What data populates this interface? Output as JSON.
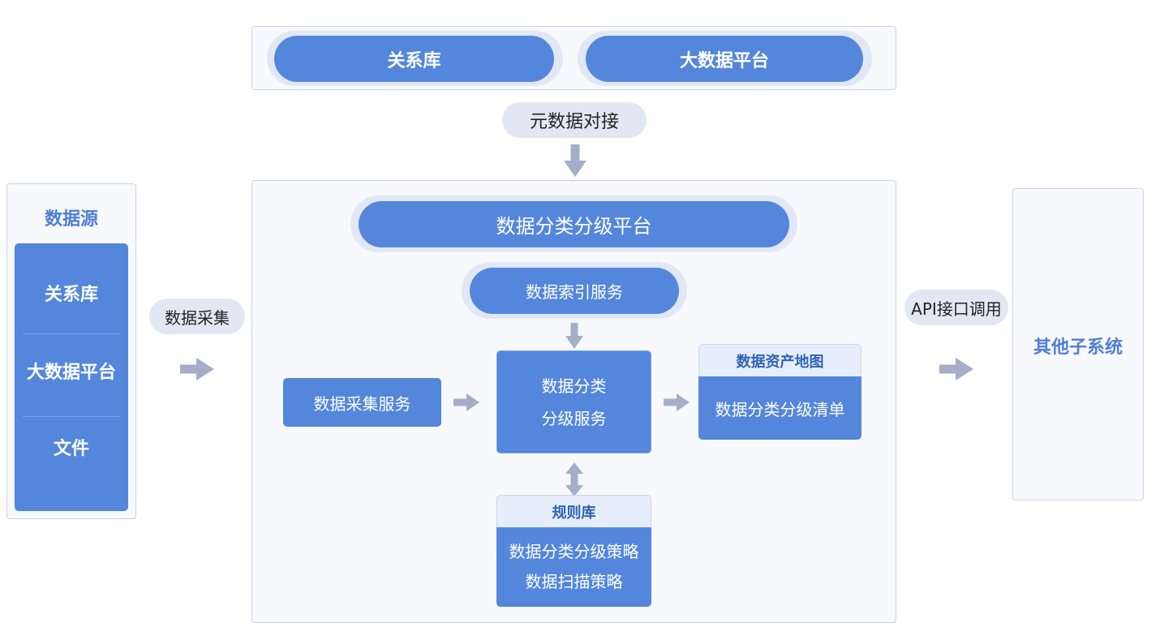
{
  "top": {
    "left_label": "关系库",
    "right_label": "大数据平台",
    "connector": "元数据对接"
  },
  "sources": {
    "title": "数据源",
    "items": [
      "关系库",
      "大数据平台",
      "文件"
    ]
  },
  "collect_label": "数据采集",
  "platform": {
    "title": "数据分类分级平台",
    "index_service": "数据索引服务",
    "collect_service": "数据采集服务",
    "classify_line1": "数据分类",
    "classify_line2": "分级服务",
    "asset_map": {
      "title": "数据资产地图",
      "content": "数据分类分级清单"
    },
    "rules": {
      "title": "规则库",
      "line1": "数据分类分级策略",
      "line2": "数据扫描策略"
    }
  },
  "api_label": "API接口调用",
  "other_systems": "其他子系统",
  "colors": {
    "primary": "#5487db",
    "arrow": "#a3aec9",
    "panel_border": "#c9d4ea",
    "accent_text": "#4f7fd3"
  }
}
